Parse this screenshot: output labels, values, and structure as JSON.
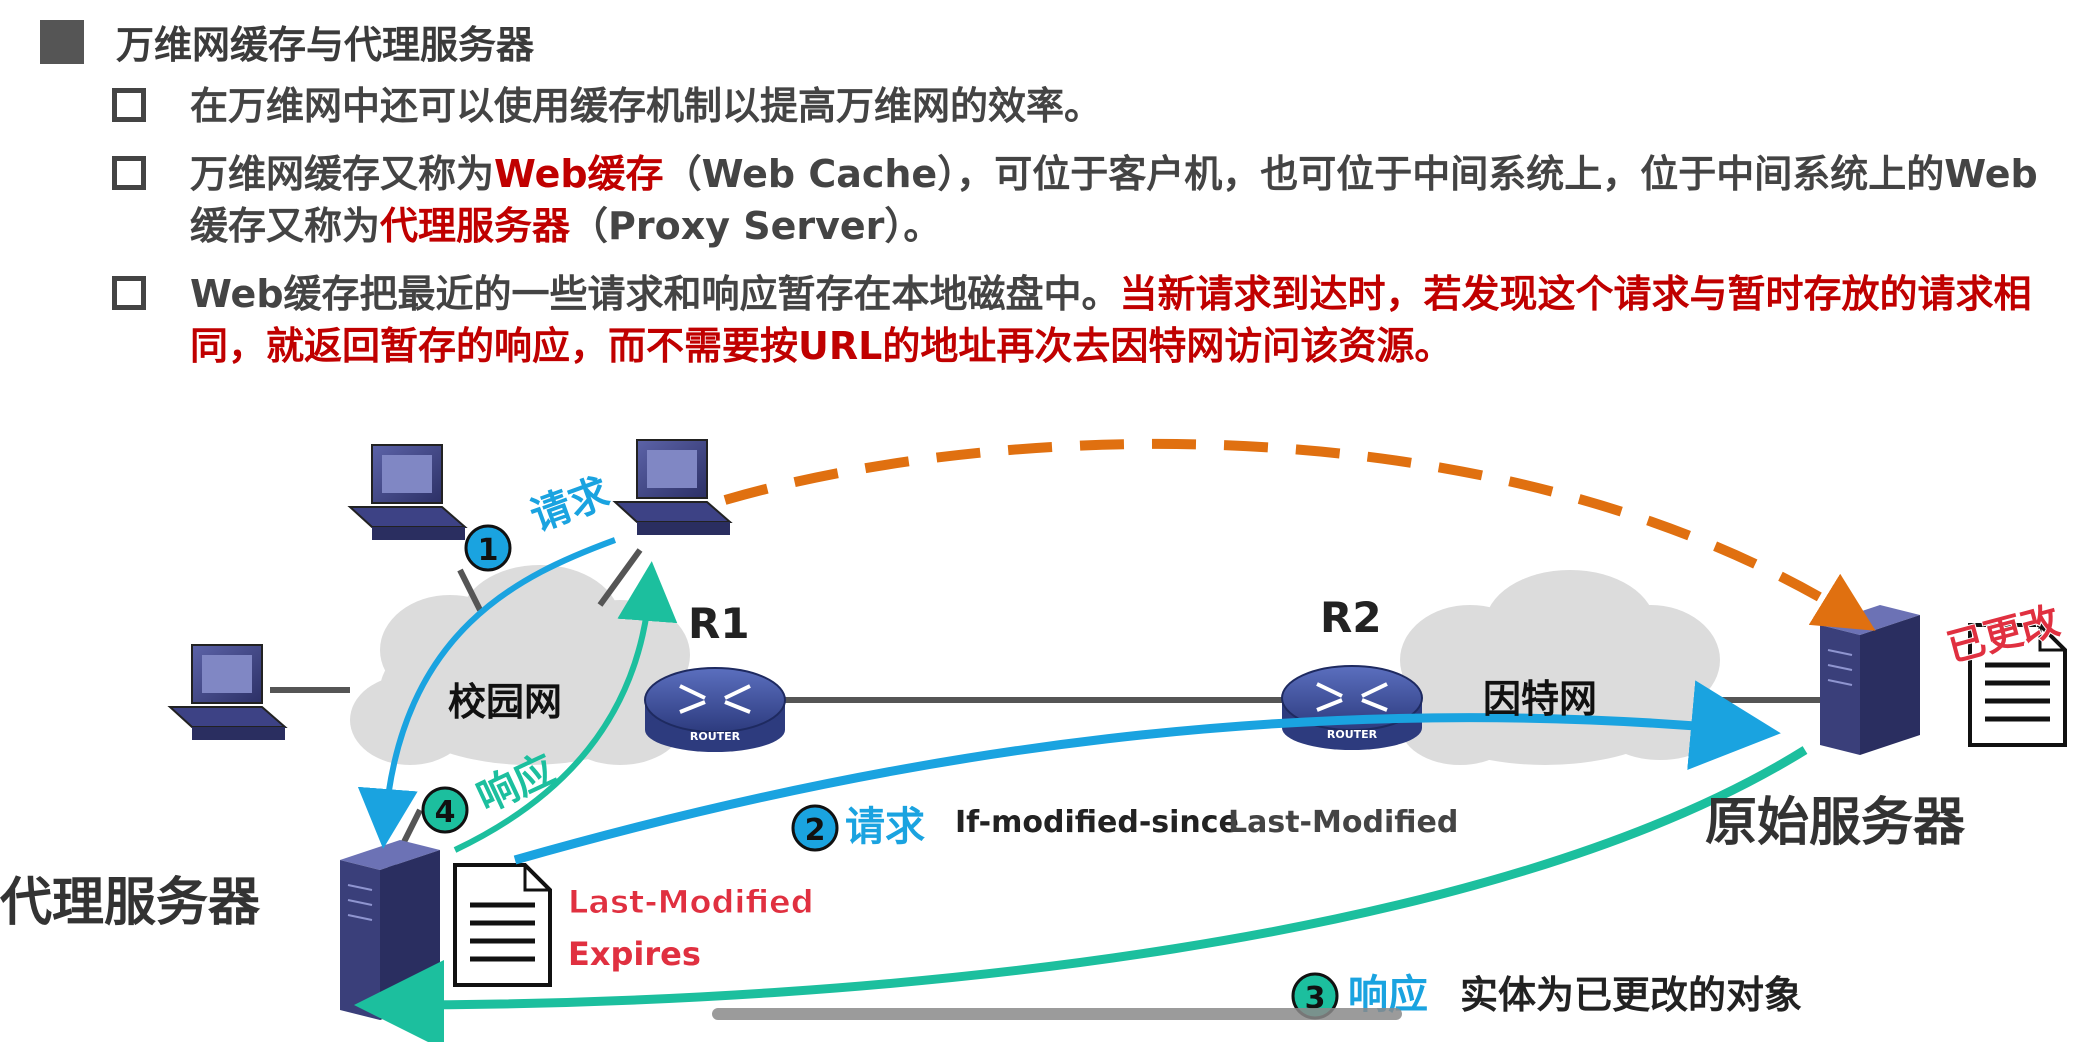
{
  "heading": "万维网缓存与代理服务器",
  "bullets": {
    "b1": {
      "t1": "在万维网中还可以使用缓存机制以提高万维网的效率。"
    },
    "b2": {
      "t1": "万维网缓存又称为",
      "r1": "Web缓存",
      "t2": "（Web Cache），可位于客户机，也可位于中间系统上，位于中间系统上的Web缓存又称为",
      "r2": "代理服务器",
      "t3": "（Proxy Server）。"
    },
    "b3": {
      "t1": "Web缓存把最近的一些请求和响应暂存在本地磁盘中。",
      "r1": "当新请求到达时，若发现这个请求与暂时存放的请求相同，就返回暂存的响应，而不需要按URL的地址再次去因特网访问该资源。"
    }
  },
  "diagram": {
    "campus_net": "校园网",
    "internet": "因特网",
    "router1": "R1",
    "router2": "R2",
    "router_text": "ROUTER",
    "proxy_label": "代理服务器",
    "origin_label": "原始服务器",
    "changed_stamp": "已更改",
    "step1_num": "1",
    "step1_text": "请求",
    "step2_num": "2",
    "step2_text": "请求",
    "step2_hdr1": "If-modified-since",
    "step2_hdr2": "Last-Modified",
    "step3_num": "3",
    "step3_text": "响应",
    "step3_note": "实体为已更改的对象",
    "step4_num": "4",
    "step4_text": "响应",
    "doc_field1": "Last-Modified",
    "doc_field2": "Expires",
    "colors": {
      "blue": "#1aa3e0",
      "teal": "#1cbf9e",
      "orange": "#e07010",
      "red": "#c00000",
      "server": "#3a3f7a"
    }
  }
}
